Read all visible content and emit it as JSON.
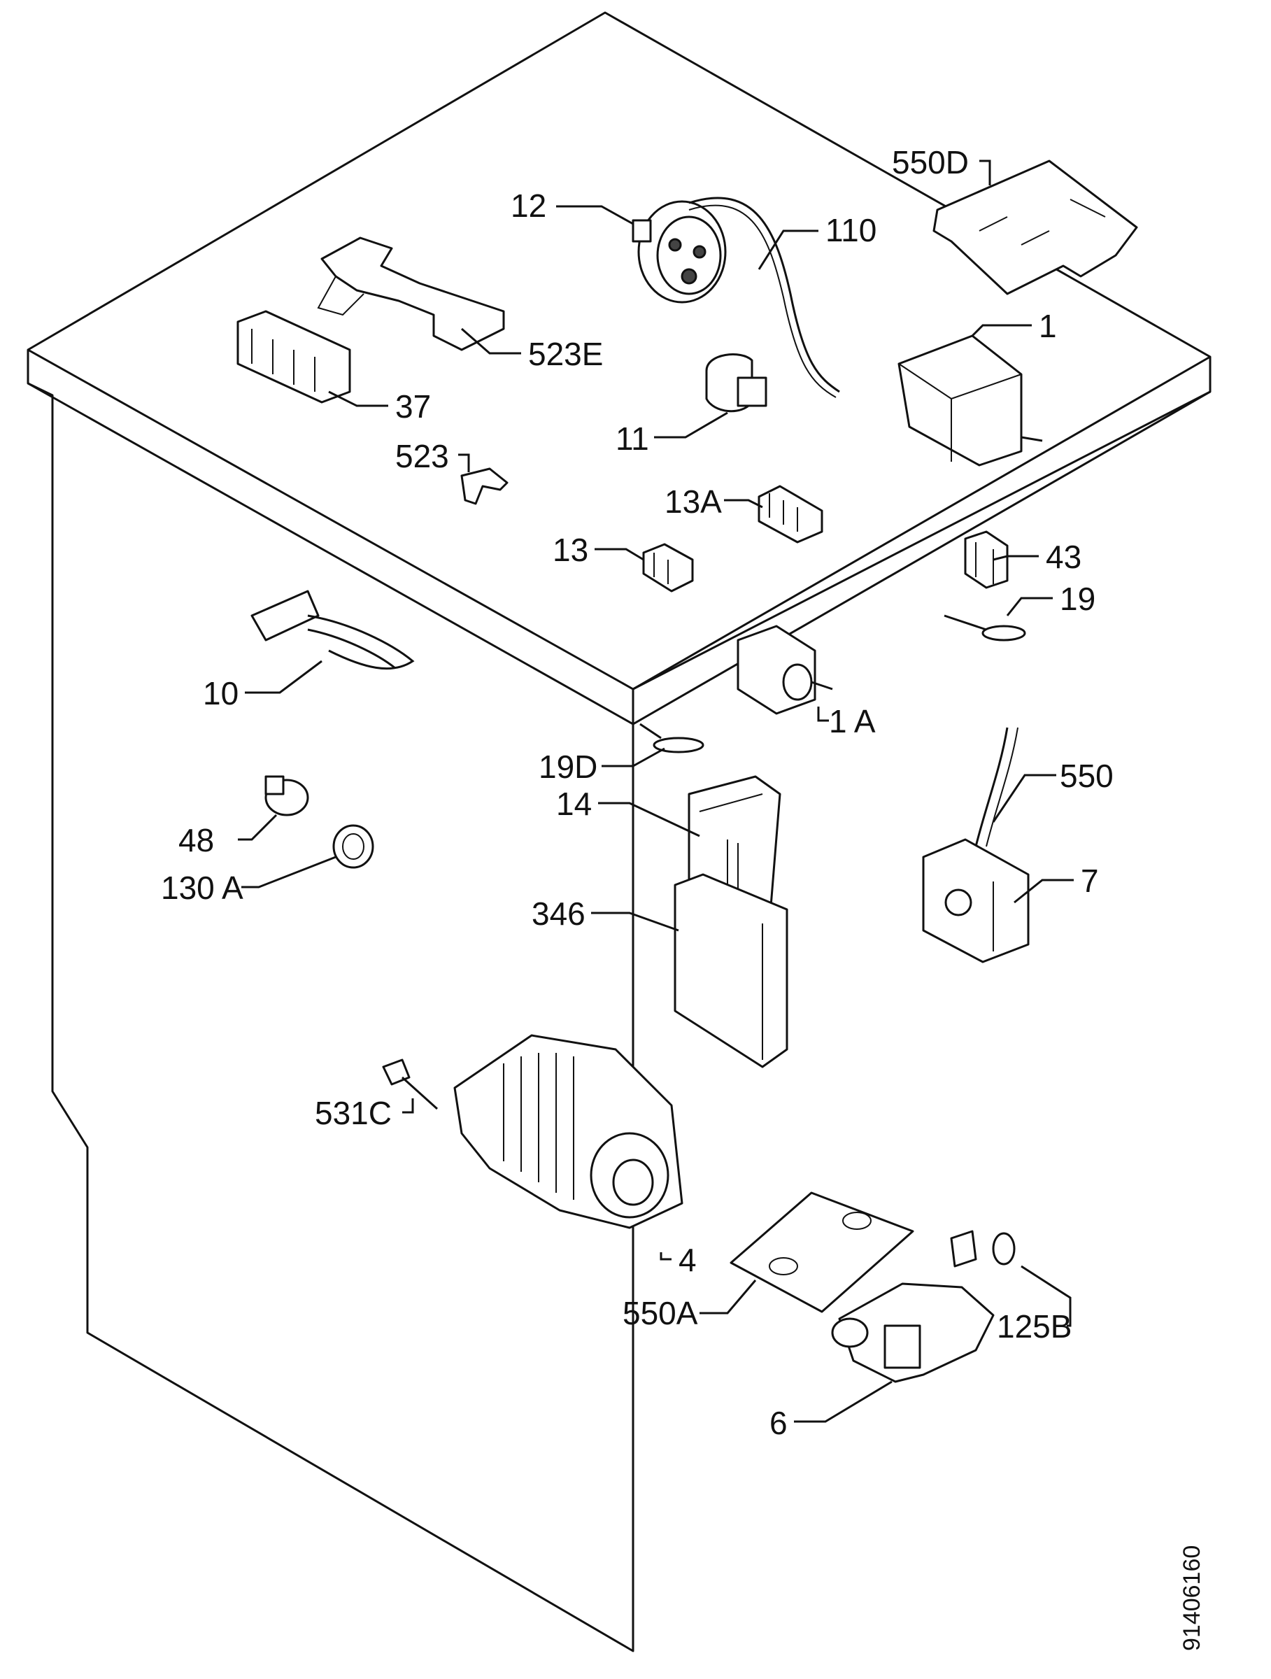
{
  "doc_number": "91406160",
  "parts": [
    {
      "id": "p550D",
      "text": "550D"
    },
    {
      "id": "p12",
      "text": "12"
    },
    {
      "id": "p110",
      "text": "110"
    },
    {
      "id": "p1",
      "text": "1"
    },
    {
      "id": "p523E",
      "text": "523E"
    },
    {
      "id": "p37",
      "text": "37"
    },
    {
      "id": "p11",
      "text": "11"
    },
    {
      "id": "p523",
      "text": "523"
    },
    {
      "id": "p13A",
      "text": "13A"
    },
    {
      "id": "p13",
      "text": "13"
    },
    {
      "id": "p43",
      "text": "43"
    },
    {
      "id": "p19",
      "text": "19"
    },
    {
      "id": "p10",
      "text": "10"
    },
    {
      "id": "p1A",
      "text": "1 A"
    },
    {
      "id": "p19D",
      "text": "19D"
    },
    {
      "id": "p550",
      "text": "550"
    },
    {
      "id": "p14",
      "text": "14"
    },
    {
      "id": "p48",
      "text": "48"
    },
    {
      "id": "p130A",
      "text": "130 A"
    },
    {
      "id": "p7",
      "text": "7"
    },
    {
      "id": "p346",
      "text": "346"
    },
    {
      "id": "p531C",
      "text": "531C"
    },
    {
      "id": "p4",
      "text": "4"
    },
    {
      "id": "p550A",
      "text": "550A"
    },
    {
      "id": "p125B",
      "text": "125B"
    },
    {
      "id": "p6",
      "text": "6"
    }
  ]
}
